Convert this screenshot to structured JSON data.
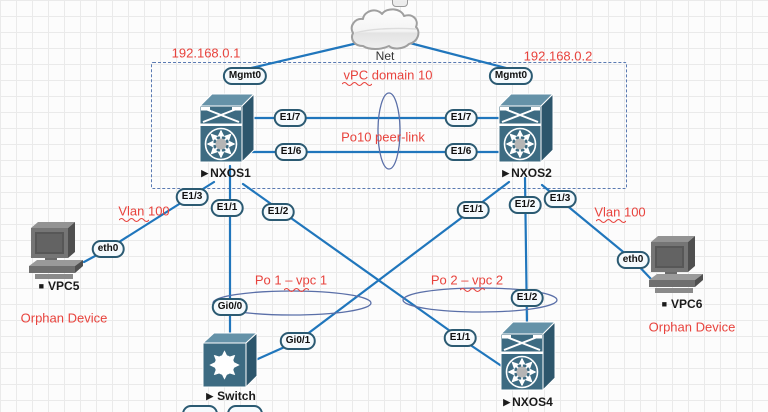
{
  "colors": {
    "link_blue": "#2076bc",
    "annotation_red": "#e8433d",
    "node_teal": "#3d6b82",
    "badge_border": "#2b5a72",
    "dashed_border": "#5a7ab2"
  },
  "cloud": {
    "label": "Net"
  },
  "annotations": {
    "ip_left": "192.168.0.1",
    "ip_right": "192.168.0.2",
    "vpc_domain": "vPC domain 10",
    "peer_link": "Po10 peer-link",
    "vlan_left": "Vlan 100",
    "vlan_right": "Vlan 100",
    "po1": "Po 1 – vpc 1",
    "po2": "Po 2 – vpc 2",
    "orphan_left": "Orphan Device",
    "orphan_right": "Orphan Device"
  },
  "devices": {
    "nxos1": {
      "marker": "▶",
      "name": "NXOS1"
    },
    "nxos2": {
      "marker": "▶",
      "name": "NXOS2"
    },
    "nxos4": {
      "marker": "▶",
      "name": "NXOS4"
    },
    "switch": {
      "marker": "▶",
      "name": "Switch"
    },
    "vpc5": {
      "marker": "■",
      "name": "VPC5"
    },
    "vpc6": {
      "marker": "■",
      "name": "VPC6"
    }
  },
  "ports": {
    "mgmt_left": "Mgmt0",
    "mgmt_right": "Mgmt0",
    "nxos1_e17": "E1/7",
    "nxos1_e16": "E1/6",
    "nxos2_e17": "E1/7",
    "nxos2_e16": "E1/6",
    "nxos1_e13": "E1/3",
    "nxos1_e11": "E1/1",
    "nxos1_e12": "E1/2",
    "nxos2_e11": "E1/1",
    "nxos2_e12": "E1/2",
    "nxos2_e13": "E1/3",
    "vpc5_eth0": "eth0",
    "vpc6_eth0": "eth0",
    "switch_gi00": "Gi0/0",
    "switch_gi01": "Gi0/1",
    "nxos4_e12": "E1/2",
    "nxos4_e11": "E1/1"
  }
}
